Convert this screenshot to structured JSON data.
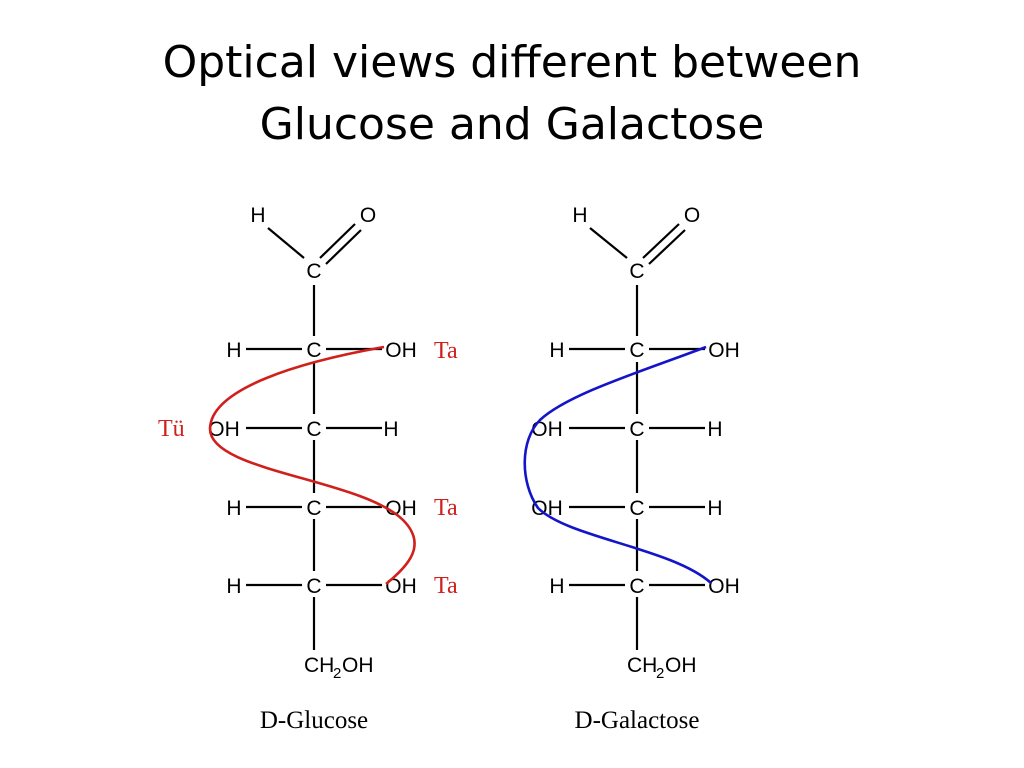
{
  "title": {
    "line1": "Optical views different between",
    "line2": "Glucose and Galactose"
  },
  "atoms": {
    "H": "H",
    "O": "O",
    "C": "C",
    "OH": "OH",
    "CH": "CH",
    "two": "2"
  },
  "glucose": {
    "caption": "D-Glucose",
    "curve_color": "#d0201c",
    "labels": {
      "row1": "Ta",
      "row2": "Tü",
      "row3": "Ta",
      "row4": "Ta"
    }
  },
  "galactose": {
    "caption": "D-Galactose",
    "curve_color": "#1414c8"
  }
}
